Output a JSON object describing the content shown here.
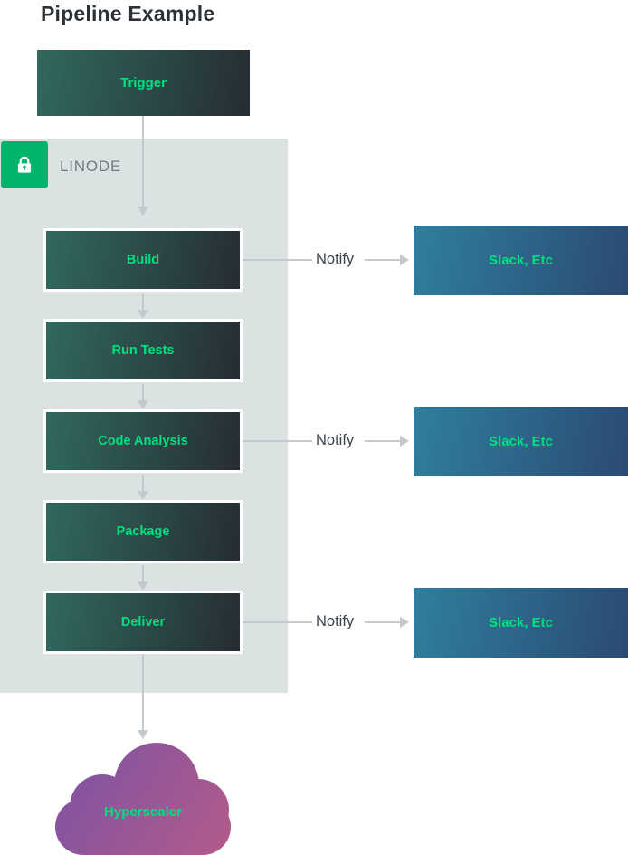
{
  "title": "Pipeline Example",
  "trigger": {
    "label": "Trigger"
  },
  "zone": {
    "label": "LINODE",
    "icon": "lock-icon"
  },
  "stages": [
    {
      "label": "Build"
    },
    {
      "label": "Run Tests"
    },
    {
      "label": "Code Analysis"
    },
    {
      "label": "Package"
    },
    {
      "label": "Deliver"
    }
  ],
  "notify": {
    "label": "Notify",
    "targets": [
      {
        "label": "Slack, Etc"
      },
      {
        "label": "Slack, Etc"
      },
      {
        "label": "Slack, Etc"
      }
    ]
  },
  "cloud": {
    "label": "Hyperscaler"
  },
  "colors": {
    "accent_green": "#00E07F",
    "zone_bg": "#dbe2e2",
    "stage_gradient_start": "#30695e",
    "stage_gradient_end": "#262c34",
    "notify_box_gradient_start": "#2f7f9c",
    "notify_box_gradient_end": "#2b4a73",
    "cloud_gradient_start": "#7b52a3",
    "cloud_gradient_end": "#b35b8a",
    "arrow": "#c3c9cc",
    "lock_badge": "#00b46c"
  }
}
